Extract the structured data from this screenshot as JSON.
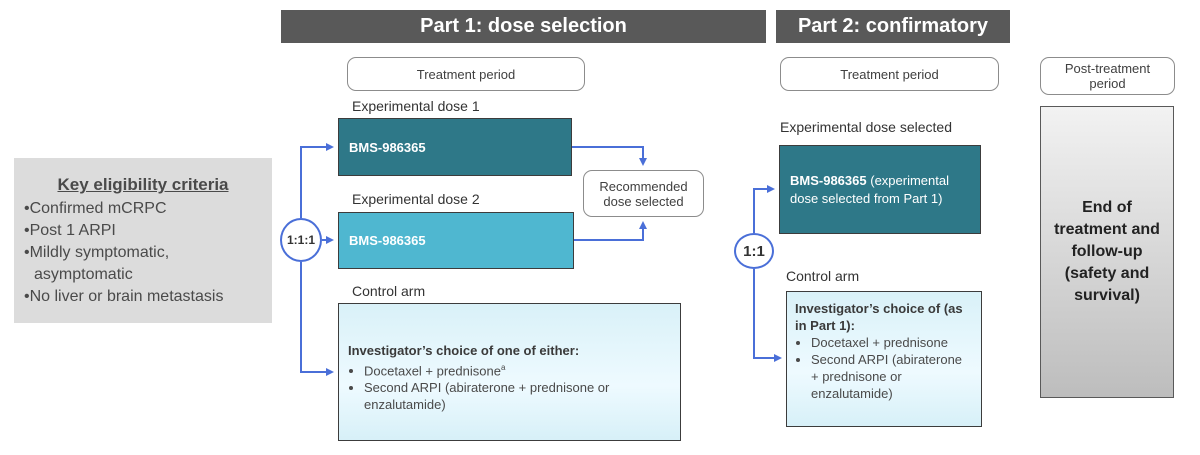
{
  "part1": {
    "header": "Part 1: dose selection",
    "treatment_period": "Treatment period",
    "dose1_label": "Experimental dose 1",
    "dose1_drug": "BMS-986365",
    "dose2_label": "Experimental dose 2",
    "dose2_drug": "BMS-986365",
    "recommended": "Recommended dose selected",
    "randomization": "1:1:1",
    "control_label": "Control arm",
    "control_head": "Investigator’s choice of one of either:",
    "control_items": [
      "Docetaxel + prednisone",
      "Second ARPI (abiraterone + prednisone or enzalutamide)"
    ],
    "control_footnote": "a"
  },
  "part2": {
    "header": "Part 2: confirmatory",
    "treatment_period": "Treatment period",
    "dose_label": "Experimental dose selected",
    "dose_drug": "BMS-986365",
    "dose_note": "(experimental dose selected from Part 1)",
    "randomization": "1:1",
    "control_label": "Control arm",
    "control_head": "Investigator’s choice of (as in Part 1):",
    "control_items": [
      "Docetaxel + prednisone",
      "Second ARPI (abiraterone + prednisone or enzalutamide)"
    ]
  },
  "post_treatment": {
    "label": "Post-treatment period",
    "box_text": "End of treatment and follow-up (safety and survival)"
  },
  "eligibility": {
    "title": "Key eligibility criteria",
    "criteria": [
      "•Confirmed mCRPC",
      "•Post 1 ARPI",
      "•Mildly symptomatic,",
      "  asymptomatic",
      "•No liver or brain metastasis"
    ]
  },
  "colors": {
    "header_bg": "#595959",
    "dose_dark": "#2e7888",
    "dose_light": "#4fb7d0",
    "arrow": "#4a6fd8",
    "eligibility_bg": "#dcdcdc"
  }
}
